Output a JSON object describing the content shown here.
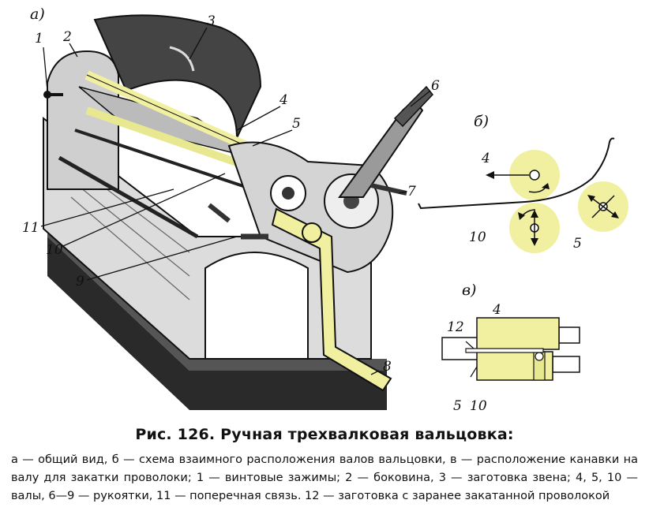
{
  "panels": {
    "a": "а)",
    "b": "б)",
    "v": "в)"
  },
  "labels_a": {
    "l1": "1",
    "l2": "2",
    "l3": "3",
    "l4": "4",
    "l5": "5",
    "l6": "6",
    "l7": "7",
    "l8": "8",
    "l9": "9",
    "l10": "10",
    "l11": "11"
  },
  "labels_b": {
    "l4": "4",
    "l10": "10",
    "l5": "5"
  },
  "labels_v": {
    "l4": "4",
    "l12": "12",
    "l5": "5",
    "l10": "10"
  },
  "colors": {
    "roller": "#f0f0a0",
    "line": "#111111",
    "metal": "#2a2a2a",
    "paper": "#ffffff"
  },
  "caption": {
    "title": "Рис. 126. Ручная трехвалковая вальцовка:",
    "body": "а — общий вид, б — схема взаимного расположения валов вальцовки, в — расположение канавки на валу для закатки проволоки; 1 — винтовые зажимы; 2 — боковина, 3 — заготовка звена; 4, 5, 10 — валы, 6—9 — рукоятки, 11 — поперечная связь. 12 — заготовка с заранее закатанной проволокой"
  }
}
